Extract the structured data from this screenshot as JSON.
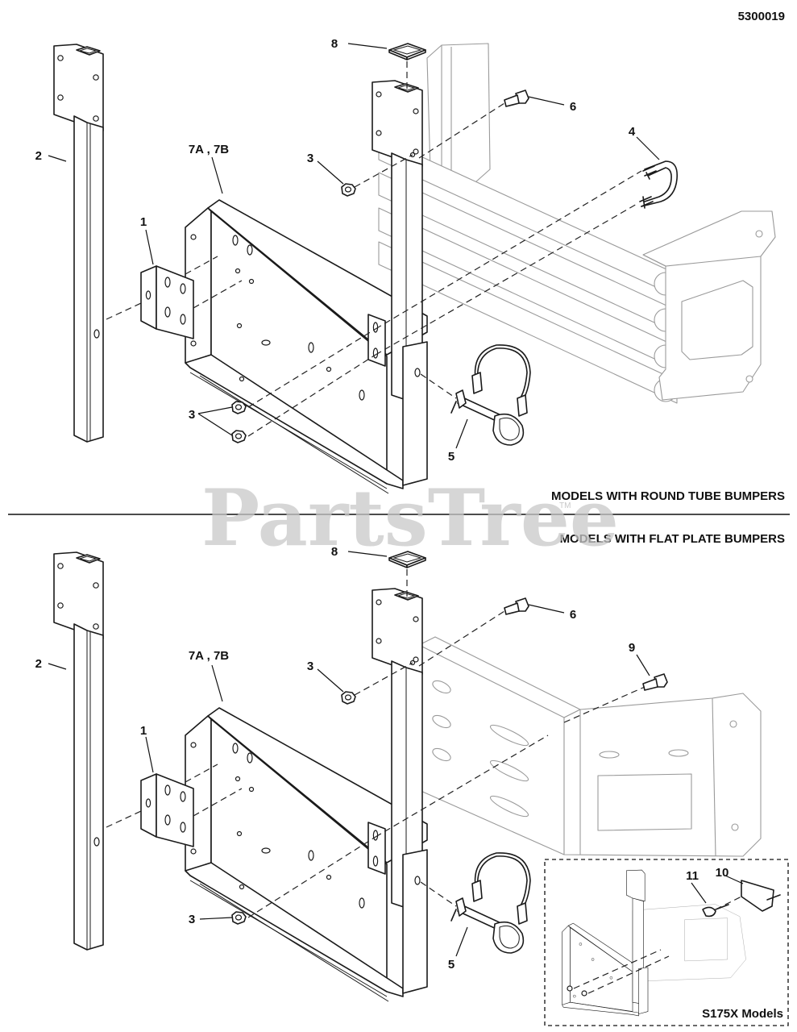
{
  "diagram_number": "5300019",
  "watermark": {
    "text": "PartsTree",
    "trademark": "TM"
  },
  "sections": [
    {
      "heading": "MODELS WITH ROUND TUBE BUMPERS"
    },
    {
      "heading": "MODELS WITH FLAT PLATE BUMPERS"
    }
  ],
  "inset_title": "S175X Models",
  "callouts": {
    "top": {
      "c1": "1",
      "c2": "2",
      "c3a": "3",
      "c3b": "3",
      "c4": "4",
      "c5": "5",
      "c6": "6",
      "c7": "7A , 7B",
      "c8": "8"
    },
    "bottom": {
      "c1": "1",
      "c2": "2",
      "c3a": "3",
      "c3b": "3",
      "c5": "5",
      "c6": "6",
      "c7": "7A , 7B",
      "c8": "8",
      "c9": "9",
      "c10": "10",
      "c11": "11"
    }
  }
}
